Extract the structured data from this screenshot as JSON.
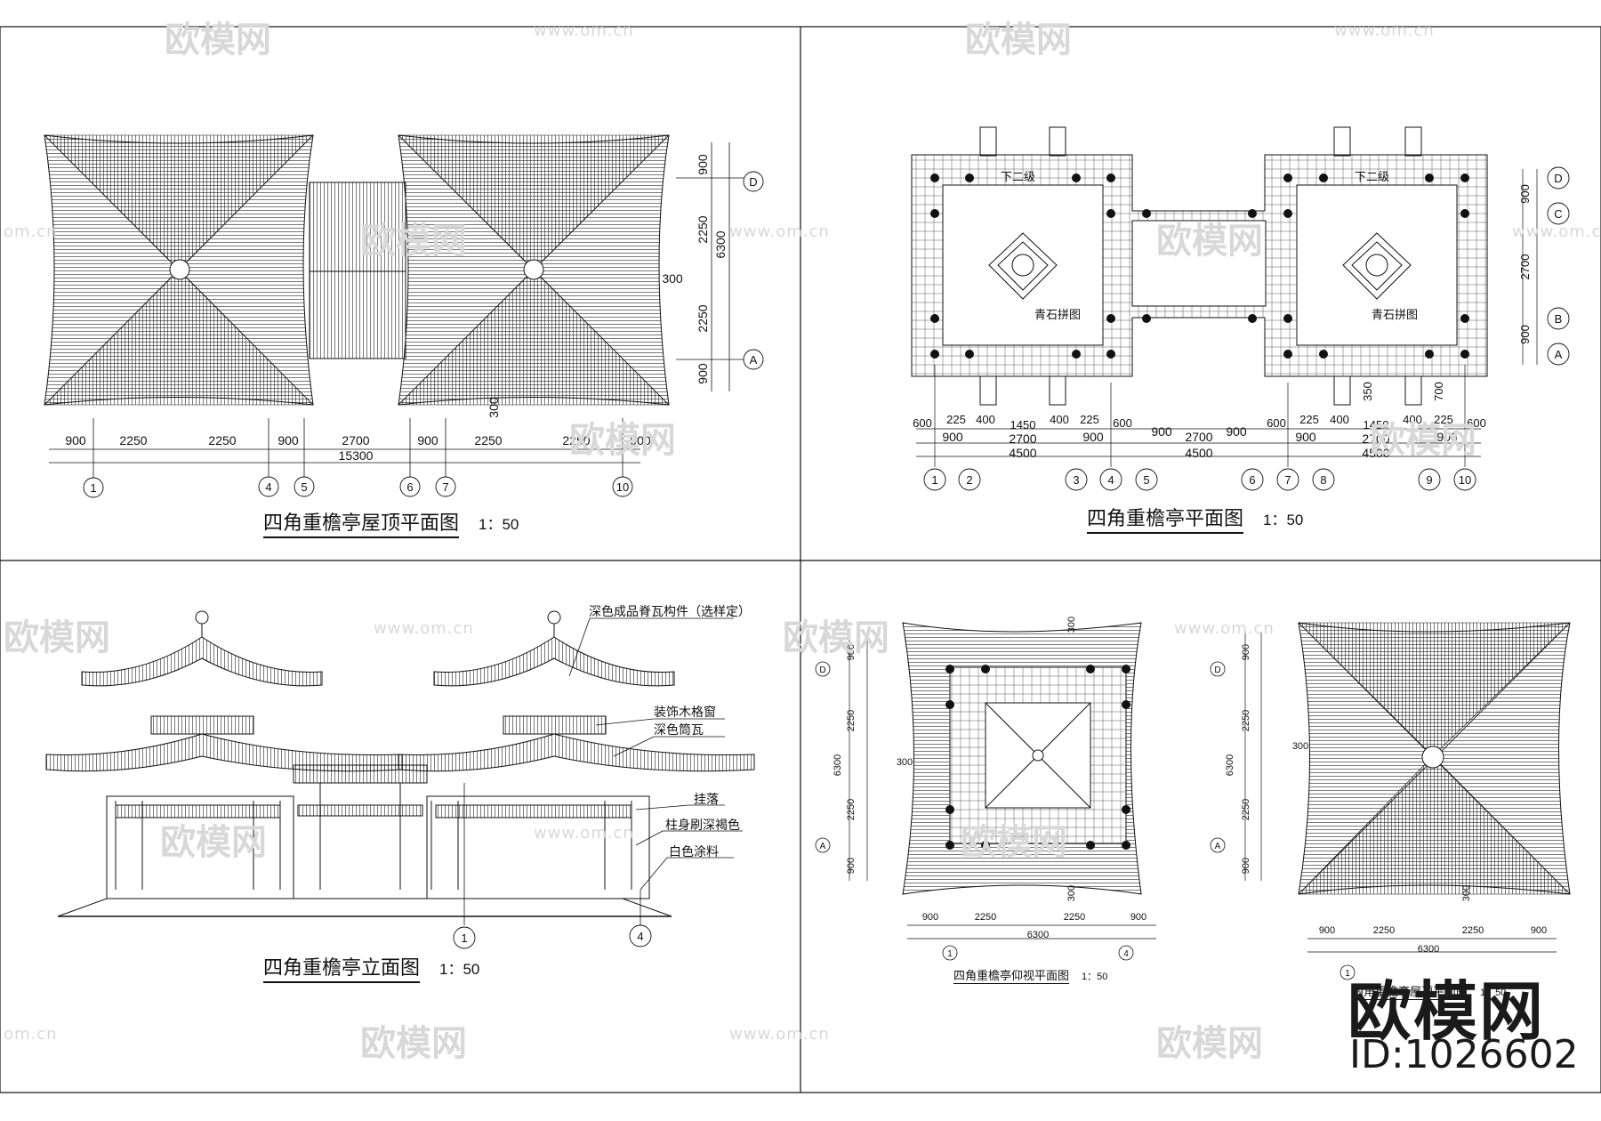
{
  "watermark": {
    "brand": "欧模网",
    "url": "www.om.cn",
    "url_fragment": "om.cn",
    "brand_fragment": "欧模网"
  },
  "corner_brand": {
    "name": "欧模网",
    "id": "ID:1026602"
  },
  "panels": {
    "roof_plan": {
      "title": "四角重檐亭屋顶平面图",
      "scale": "1：50",
      "axes_bottom": [
        "1",
        "4",
        "5",
        "6",
        "7",
        "10"
      ],
      "axes_right": [
        "D",
        "A"
      ],
      "dims_bottom": [
        "900",
        "2250",
        "2250",
        "900",
        "2700",
        "900",
        "2250",
        "2250",
        "900"
      ],
      "dim_total": "15300",
      "dims_right": [
        "900",
        "2250",
        "2250",
        "900"
      ],
      "dim_right_total": "6300",
      "dim_300a": "300",
      "dim_300b": "300"
    },
    "floor_plan": {
      "title": "四角重檐亭平面图",
      "scale": "1：50",
      "axes_bottom": [
        "1",
        "2",
        "3",
        "4",
        "5",
        "6",
        "7",
        "8",
        "9",
        "10"
      ],
      "axes_right": [
        "D",
        "C",
        "B",
        "A"
      ],
      "dims_row1": [
        "600",
        "225",
        "400",
        "1450",
        "400",
        "225",
        "600",
        "600",
        "225",
        "400",
        "1450",
        "400",
        "225",
        "600"
      ],
      "dims_row2": [
        "900",
        "2700",
        "900",
        "900",
        "2700",
        "900",
        "900",
        "2700",
        "900"
      ],
      "dims_row3": [
        "4500",
        "4500",
        "4500"
      ],
      "dims_right": [
        "900",
        "2700",
        "900"
      ],
      "dim_350": "350",
      "dim_700": "700",
      "label_steps": "下二级",
      "label_pattern": "青石拼图"
    },
    "elevation": {
      "title": "四角重檐亭立面图",
      "scale": "1：50",
      "axes_bottom": [
        "1",
        "4"
      ],
      "notes": [
        "深色成品脊瓦构件（选样定）",
        "装饰木格窗",
        "深色筒瓦",
        "挂落",
        "柱身刷深褐色",
        "白色涂料"
      ]
    },
    "ceiling_plan": {
      "title": "四角重檐亭仰视平面图",
      "scale": "1：50",
      "axes_bottom": [
        "1",
        "4"
      ],
      "axes_left": [
        "D",
        "A"
      ],
      "dims_bottom": [
        "900",
        "2250",
        "2250",
        "900"
      ],
      "dim_total": "6300",
      "dims_left": [
        "900",
        "2250",
        "2250",
        "900"
      ],
      "dim_left_total": "6300",
      "dim_300": "300"
    },
    "small_roof_plan": {
      "title": "四角重檐亭屋顶平面图",
      "scale": "1：50",
      "axes_left": [
        "D",
        "A"
      ],
      "axes_bottom": [
        "1"
      ],
      "dims_bottom": [
        "900",
        "2250",
        "2250",
        "900"
      ],
      "dim_total": "6300",
      "dims_left": [
        "900",
        "2250",
        "2250",
        "900"
      ],
      "dim_left_total": "6300",
      "dim_300": "300"
    }
  }
}
